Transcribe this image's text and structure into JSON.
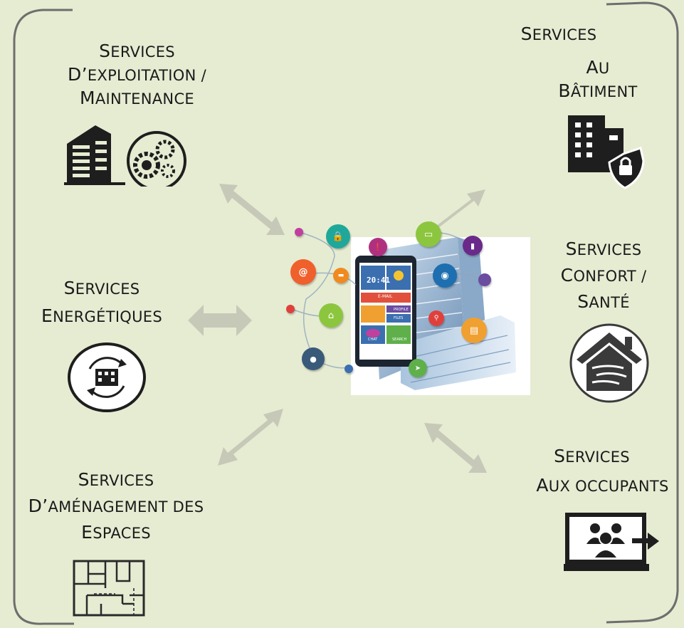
{
  "groups": {
    "maintenance": [
      "Services",
      "d’exploitation /",
      "maintenance"
    ],
    "batiment": [
      "Services",
      "au",
      "bâtiment"
    ],
    "energetiques": [
      "Services",
      "Energétiques"
    ],
    "confort": [
      "Services",
      "Confort /",
      "Santé"
    ],
    "amenagement": [
      "Services",
      "d’aménagement des",
      "espaces"
    ],
    "occupants": [
      "Services",
      "aux occupants"
    ]
  },
  "phone": {
    "time": "20:41",
    "tiles": [
      "E-MAIL",
      "PROFILE",
      "FILES",
      "CHAT",
      "SEARCH"
    ]
  },
  "colors": {
    "background": "#e6ecd2",
    "arrow": "#c6c9b8",
    "frame": "#6e6e6e",
    "icon": "#1e1e1e"
  },
  "icons": [
    "office-gears-icon",
    "secure-building-icon",
    "energy-cycle-building-icon",
    "home-air-quality-icon",
    "floor-plan-icon",
    "occupants-screen-icon",
    "smart-building-illustration"
  ]
}
